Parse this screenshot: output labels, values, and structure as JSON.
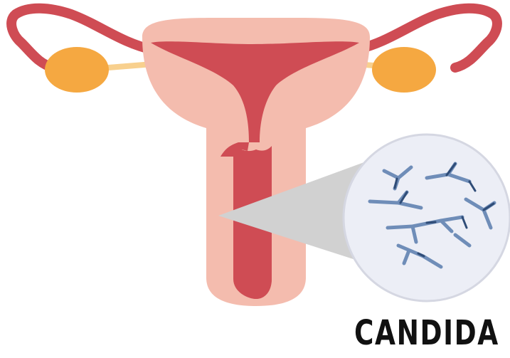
{
  "caption": "CANDIDA",
  "colors": {
    "organ_outer": "#f4bcae",
    "organ_inner": "#cf4c54",
    "ovary": "#f5a841",
    "ligament": "#f8d08e",
    "callout": "#d1d1d1",
    "lens_fill": "#eceef6",
    "lens_border": "#d5d7e2",
    "hyphae": "#6f8db8",
    "hyphae_dark": "#2f4c77",
    "caption_text": "#111111"
  },
  "icons": [
    "uterus-illustration",
    "magnifier-circle",
    "candida-hyphae"
  ]
}
